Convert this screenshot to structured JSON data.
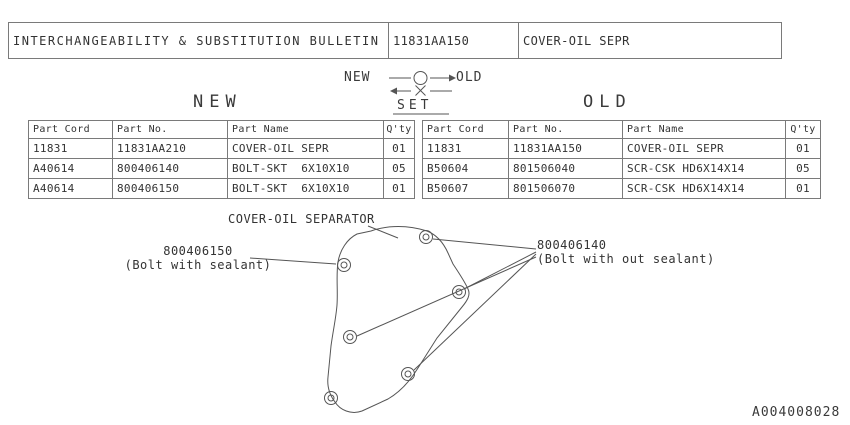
{
  "header": {
    "title": "INTERCHANGEABILITY & SUBSTITUTION BULLETIN",
    "part_no": "11831AA150",
    "part_name": "COVER-OIL SEPR"
  },
  "exchange": {
    "new_label": "NEW",
    "old_label": "OLD",
    "set_label": "SET"
  },
  "sections": {
    "new_title": "NEW",
    "old_title": "OLD"
  },
  "tables": {
    "new": {
      "headers": [
        "Part Cord",
        "Part No.",
        "Part Name",
        "Q'ty"
      ],
      "rows": [
        [
          "11831",
          "11831AA210",
          "COVER-OIL SEPR",
          "01"
        ],
        [
          "A40614",
          "800406140",
          "BOLT-SKT  6X10X10",
          "05"
        ],
        [
          "A40614",
          "800406150",
          "BOLT-SKT  6X10X10",
          "01"
        ]
      ]
    },
    "old": {
      "headers": [
        "Part Cord",
        "Part No.",
        "Part Name",
        "Q'ty"
      ],
      "rows": [
        [
          "11831",
          "11831AA150",
          "COVER-OIL SEPR",
          "01"
        ],
        [
          "B50604",
          "801506040",
          "SCR-CSK HD6X14X14",
          "05"
        ],
        [
          "B50607",
          "801506070",
          "SCR-CSK HD6X14X14",
          "01"
        ]
      ]
    }
  },
  "diagram": {
    "part_label": "COVER-OIL SEPARATOR",
    "left_callout": {
      "part_no": "800406150",
      "note": "(Bolt with sealant)"
    },
    "right_callout": {
      "part_no": "800406140",
      "note": "(Bolt with out sealant)"
    }
  },
  "footer": {
    "doc_id": "A004008028"
  }
}
